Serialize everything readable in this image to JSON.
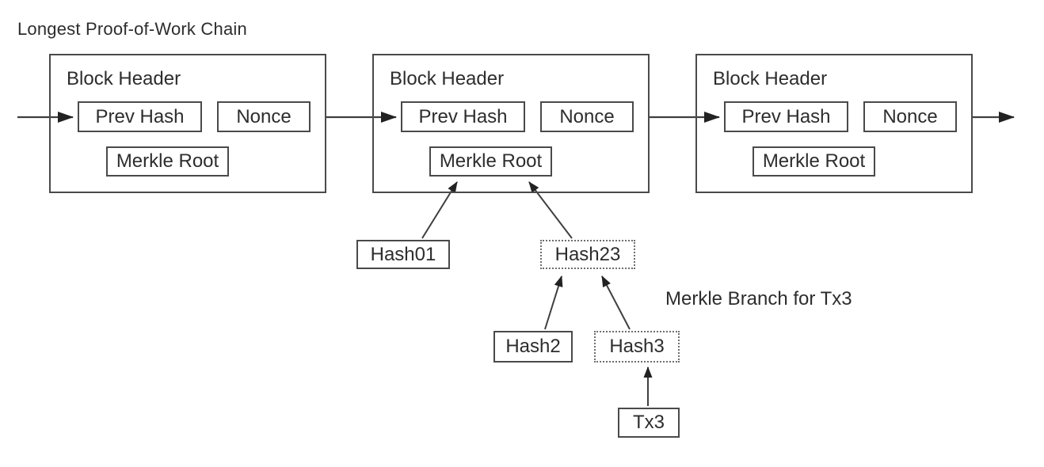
{
  "title": "Longest Proof-of-Work Chain",
  "blocks": [
    {
      "header_label": "Block Header",
      "prev_hash_label": "Prev Hash",
      "nonce_label": "Nonce",
      "merkle_root_label": "Merkle Root"
    },
    {
      "header_label": "Block Header",
      "prev_hash_label": "Prev Hash",
      "nonce_label": "Nonce",
      "merkle_root_label": "Merkle Root"
    },
    {
      "header_label": "Block Header",
      "prev_hash_label": "Prev Hash",
      "nonce_label": "Nonce",
      "merkle_root_label": "Merkle Root"
    }
  ],
  "merkle_tree": {
    "hash01_label": "Hash01",
    "hash23_label": "Hash23",
    "hash2_label": "Hash2",
    "hash3_label": "Hash3",
    "tx3_label": "Tx3",
    "branch_caption": "Merkle Branch for Tx3"
  },
  "colors": {
    "line": "#3f3f3f",
    "box_border": "#4a4a4a",
    "dotted_border": "#6e6e6e",
    "text": "#2d2d2d",
    "background": "#ffffff"
  }
}
